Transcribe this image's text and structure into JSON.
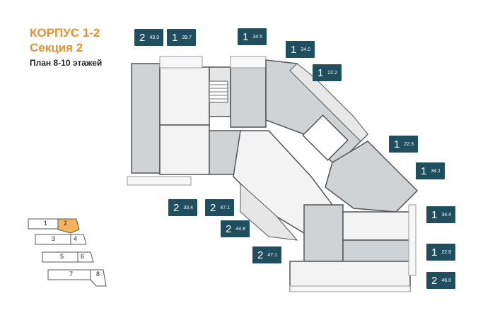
{
  "header": {
    "building": "КОРПУС 1-2",
    "section": "Секция 2",
    "plan": "План 8-10 этажей"
  },
  "colors": {
    "accent": "#e8902e",
    "badge": "#1f4e5f",
    "apartment_fill": "#cfd3d6",
    "wall": "#555555"
  },
  "apartments": [
    {
      "rooms": "2",
      "area": "43.3"
    },
    {
      "rooms": "1",
      "area": "39.7"
    },
    {
      "rooms": "1",
      "area": "34.5"
    },
    {
      "rooms": "1",
      "area": "34.0"
    },
    {
      "rooms": "1",
      "area": "22.2"
    },
    {
      "rooms": "1",
      "area": "22.3"
    },
    {
      "rooms": "1",
      "area": "34.1"
    },
    {
      "rooms": "2",
      "area": "33.4"
    },
    {
      "rooms": "2",
      "area": "47.1"
    },
    {
      "rooms": "2",
      "area": "44.8"
    },
    {
      "rooms": "1",
      "area": "34.4"
    },
    {
      "rooms": "2",
      "area": "47.1"
    },
    {
      "rooms": "1",
      "area": "22.6"
    },
    {
      "rooms": "2",
      "area": "46.0"
    }
  ],
  "sections": [
    "1",
    "2",
    "3",
    "4",
    "5",
    "6",
    "7",
    "8"
  ]
}
